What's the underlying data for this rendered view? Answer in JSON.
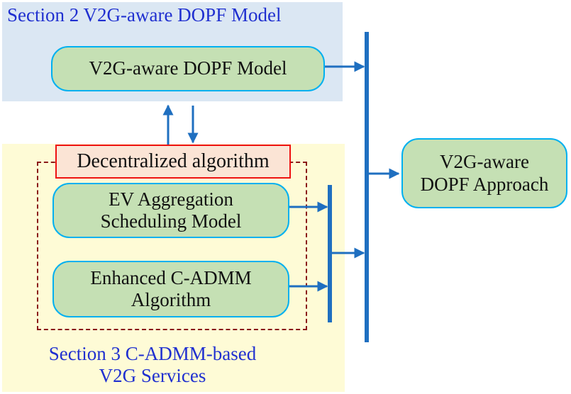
{
  "section2": {
    "title": "Section 2 V2G-aware DOPF Model"
  },
  "section3": {
    "title_line1": "Section 3 C-ADMM-based",
    "title_line2": "V2G Services"
  },
  "algorithm_label": "Decentralized algorithm",
  "nodes": {
    "dopf_model": {
      "label": "V2G-aware DOPF Model"
    },
    "ev_aggregation": {
      "line1": "EV Aggregation",
      "line2": "Scheduling Model"
    },
    "c_admm": {
      "line1": "Enhanced C-ADMM",
      "line2": "Algorithm"
    },
    "dopf_approach": {
      "line1": "V2G-aware",
      "line2": "DOPF Approach"
    }
  },
  "colors": {
    "arrow": "#1f6fc0",
    "section_title": "#2030d0",
    "node_fill": "#c5e0b4",
    "node_border": "#00b0f0",
    "section2_bg": "#dbe7f3",
    "section3_bg": "#fefbd6",
    "algorithm_border": "#ee1111",
    "dashed_frame": "#8a1a1a"
  }
}
